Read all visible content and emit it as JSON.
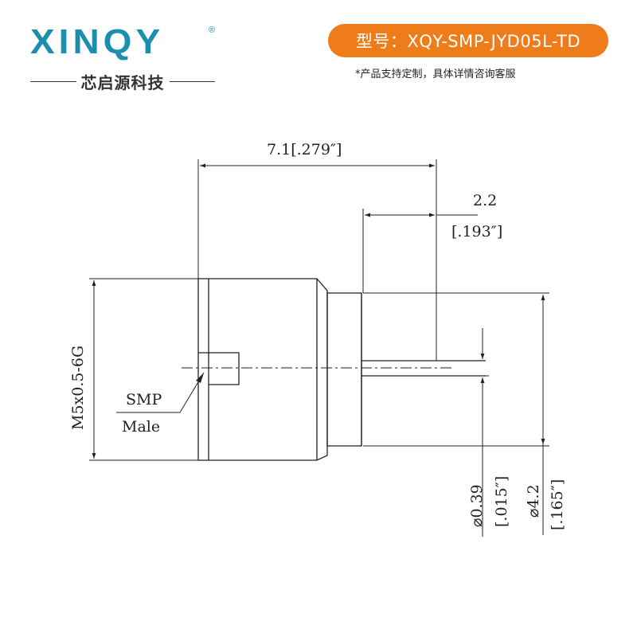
{
  "brand": {
    "logo": "XINQY",
    "registered_mark": "®",
    "company_cn": "芯启源科技"
  },
  "model": {
    "label": "型号：XQY-SMP-JYD05L-TD",
    "custom_note": "*产品支持定制，具体详情咨询客服"
  },
  "drawing": {
    "dim_overall_length": "7.1[.279″]",
    "dim_pin_length_mm": "2.2",
    "dim_pin_length_in": "[.193″]",
    "dim_thread": "M5x0.5-6G",
    "callout_line1": "SMP",
    "callout_line2": "Male",
    "dim_pin_dia_mm": "⌀0.39",
    "dim_pin_dia_in": "[.015″]",
    "dim_flange_dia_mm": "⌀4.2",
    "dim_flange_dia_in": "[.165″]"
  },
  "colors": {
    "brand_blue": "#1c8fae",
    "accent_orange": "#ef7c1a",
    "line": "#222222"
  }
}
